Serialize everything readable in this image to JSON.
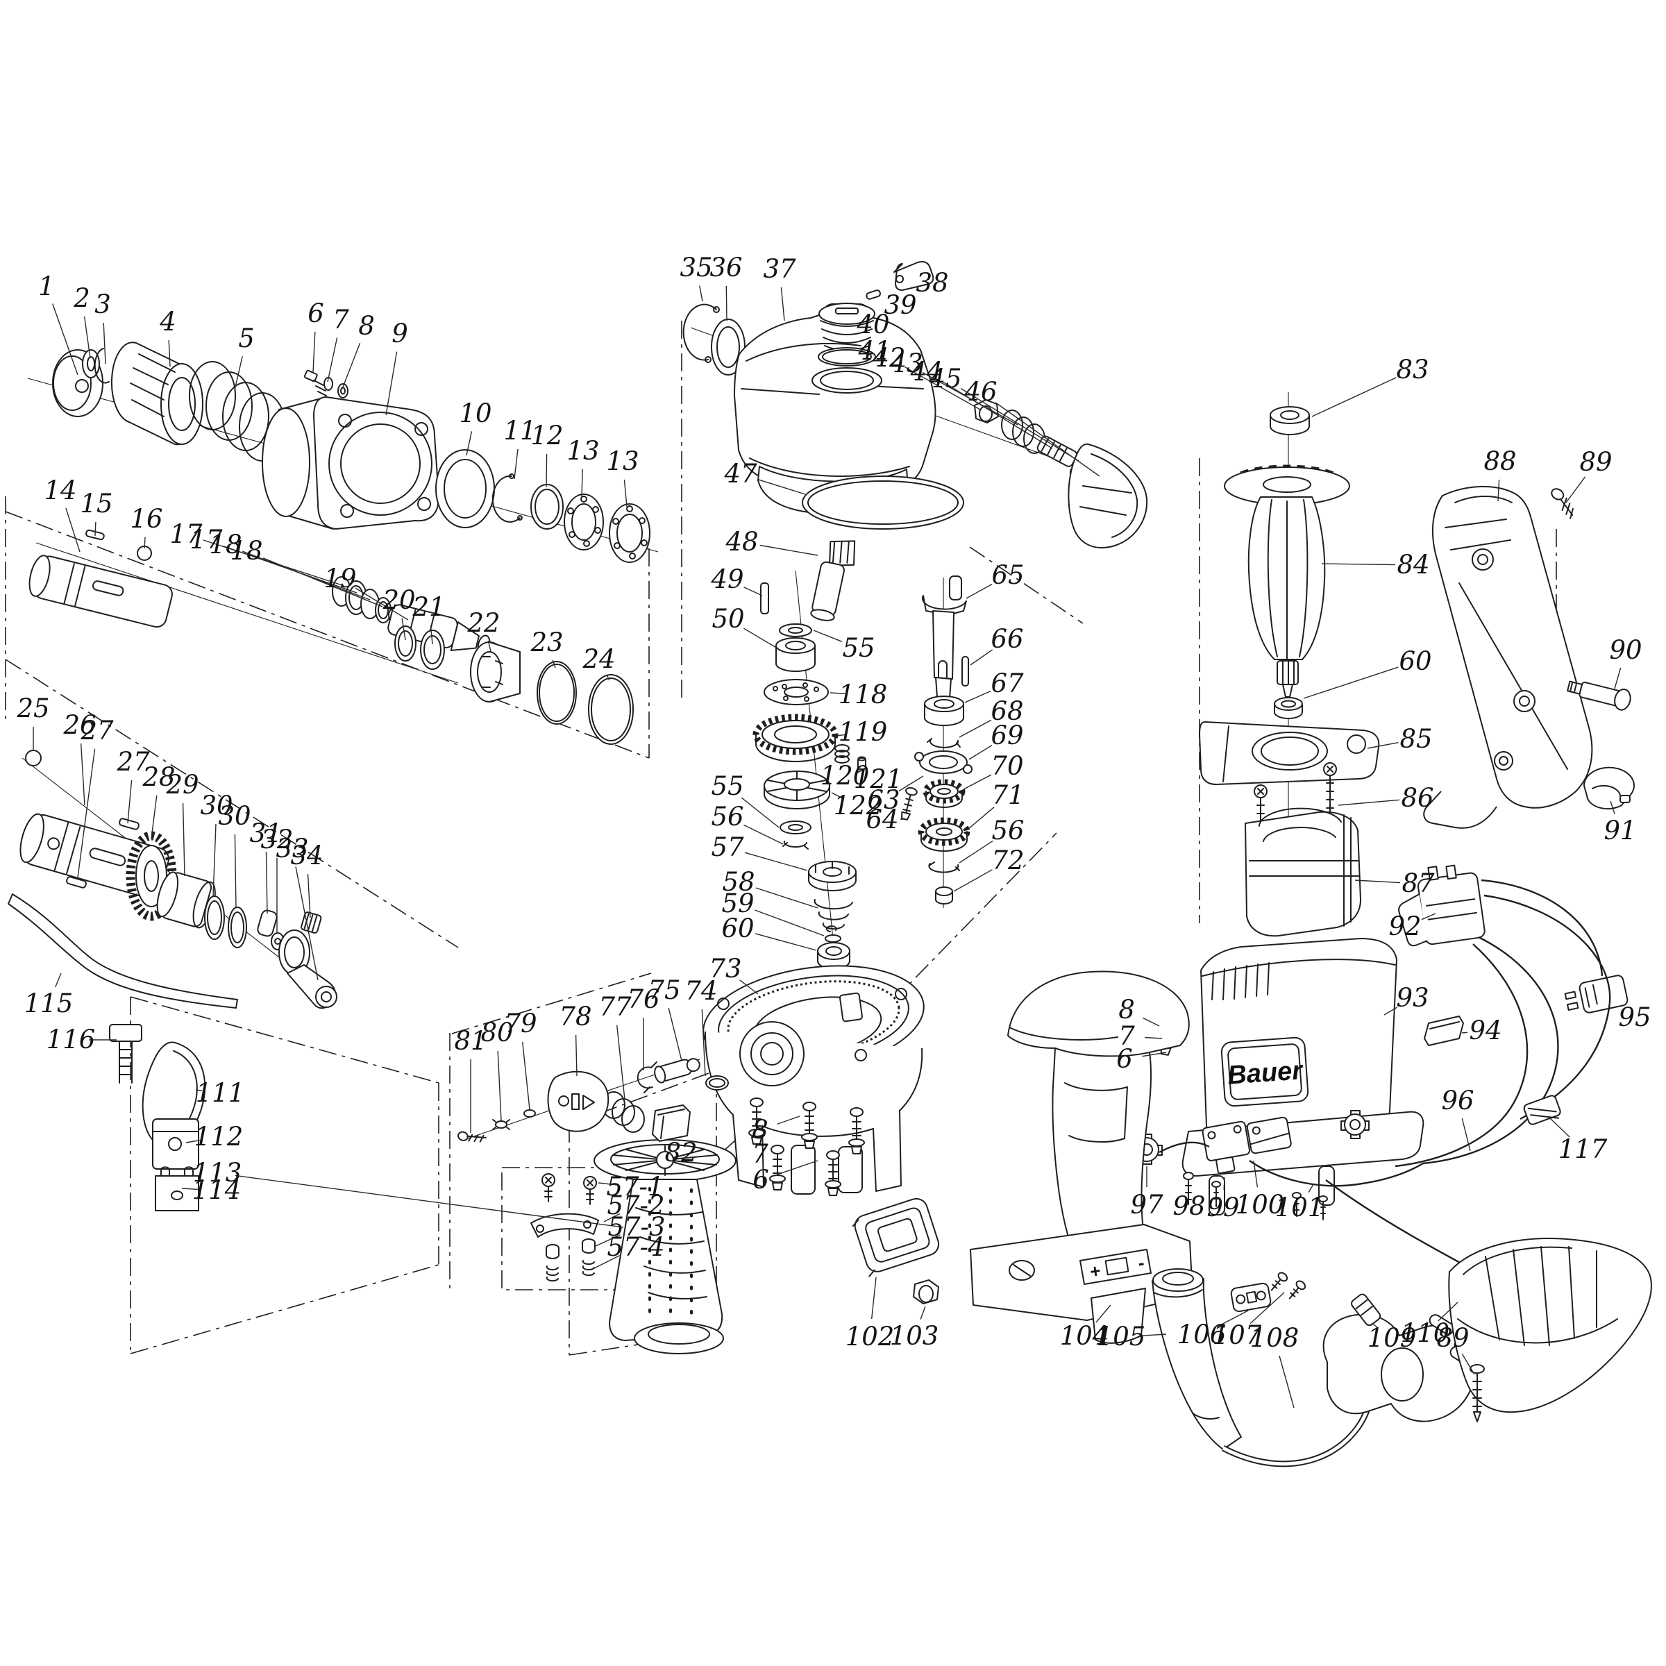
{
  "diagram": {
    "brand_label": "Bauer",
    "switch_plus": "+",
    "switch_minus": "-",
    "background_color": "#ffffff",
    "line_color": "#1f1f1f",
    "labels": [
      [
        "1",
        67,
        425,
        112,
        540
      ],
      [
        "2",
        118,
        442,
        130,
        516
      ],
      [
        "3",
        148,
        451,
        152,
        524
      ],
      [
        "4",
        242,
        476,
        245,
        528
      ],
      [
        "5",
        355,
        500,
        338,
        562
      ],
      [
        "6",
        455,
        464,
        451,
        536
      ],
      [
        "7",
        491,
        473,
        472,
        550
      ],
      [
        "8",
        528,
        482,
        493,
        560
      ],
      [
        "9",
        576,
        493,
        556,
        598
      ],
      [
        "10",
        685,
        608,
        672,
        656
      ],
      [
        "11",
        749,
        633,
        741,
        690
      ],
      [
        "12",
        788,
        640,
        787,
        702
      ],
      [
        "13",
        840,
        662,
        838,
        716
      ],
      [
        "13",
        897,
        677,
        903,
        730
      ],
      [
        "14",
        87,
        719,
        115,
        795
      ],
      [
        "15",
        139,
        738,
        137,
        772
      ],
      [
        "16",
        211,
        760,
        208,
        790
      ],
      [
        "17",
        268,
        782,
        493,
        843
      ],
      [
        "17",
        297,
        790,
        514,
        854
      ],
      [
        "18",
        325,
        797,
        533,
        864
      ],
      [
        "18",
        355,
        806,
        551,
        874
      ],
      [
        "19",
        490,
        846,
        588,
        893
      ],
      [
        "20",
        575,
        877,
        584,
        922
      ],
      [
        "21",
        618,
        887,
        623,
        928
      ],
      [
        "22",
        697,
        910,
        707,
        938
      ],
      [
        "23",
        788,
        938,
        800,
        962
      ],
      [
        "24",
        863,
        962,
        878,
        980
      ],
      [
        "25",
        48,
        1033,
        48,
        1080
      ],
      [
        "26",
        115,
        1057,
        122,
        1160
      ],
      [
        "27",
        140,
        1065,
        112,
        1264
      ],
      [
        "27",
        192,
        1110,
        184,
        1186
      ],
      [
        "28",
        229,
        1132,
        218,
        1208
      ],
      [
        "29",
        263,
        1143,
        266,
        1262
      ],
      [
        "30",
        312,
        1173,
        307,
        1292
      ],
      [
        "30",
        338,
        1188,
        340,
        1308
      ],
      [
        "31",
        383,
        1213,
        385,
        1316
      ],
      [
        "32",
        399,
        1222,
        399,
        1344
      ],
      [
        "33",
        421,
        1235,
        458,
        1412
      ],
      [
        "34",
        442,
        1245,
        447,
        1322
      ],
      [
        "115",
        70,
        1458,
        88,
        1402
      ],
      [
        "116",
        102,
        1510,
        168,
        1498
      ],
      [
        "111",
        317,
        1587,
        282,
        1570
      ],
      [
        "112",
        315,
        1650,
        268,
        1646
      ],
      [
        "113",
        313,
        1702,
        898,
        1768
      ],
      [
        "114",
        312,
        1727,
        262,
        1712
      ],
      [
        "35",
        1003,
        398,
        1012,
        434
      ],
      [
        "36",
        1046,
        398,
        1047,
        462
      ],
      [
        "37",
        1123,
        400,
        1130,
        462
      ],
      [
        "38",
        1343,
        420,
        1326,
        396
      ],
      [
        "39",
        1297,
        452,
        1270,
        428
      ],
      [
        "40",
        1258,
        480,
        1237,
        452
      ],
      [
        "41",
        1260,
        518,
        1232,
        506
      ],
      [
        "42",
        1281,
        528,
        1412,
        590
      ],
      [
        "43",
        1306,
        536,
        1466,
        612
      ],
      [
        "44",
        1335,
        548,
        1516,
        646
      ],
      [
        "45",
        1362,
        558,
        1554,
        664
      ],
      [
        "46",
        1413,
        577,
        1584,
        686
      ],
      [
        "47",
        1067,
        695,
        1160,
        712
      ],
      [
        "48",
        1069,
        793,
        1178,
        800
      ],
      [
        "49",
        1048,
        847,
        1098,
        858
      ],
      [
        "50",
        1049,
        904,
        1120,
        934
      ],
      [
        "55",
        1237,
        946,
        1172,
        908
      ],
      [
        "118",
        1243,
        1013,
        1196,
        998
      ],
      [
        "119",
        1243,
        1067,
        1205,
        1060
      ],
      [
        "120",
        1217,
        1130,
        1213,
        1098
      ],
      [
        "121",
        1265,
        1135,
        1246,
        1104
      ],
      [
        "122",
        1236,
        1173,
        1198,
        1142
      ],
      [
        "63",
        1273,
        1165,
        1330,
        1118
      ],
      [
        "64",
        1271,
        1193,
        1304,
        1180
      ],
      [
        "55",
        1048,
        1145,
        1122,
        1192
      ],
      [
        "56",
        1048,
        1189,
        1128,
        1216
      ],
      [
        "57",
        1048,
        1233,
        1163,
        1254
      ],
      [
        "58",
        1064,
        1283,
        1178,
        1308
      ],
      [
        "59",
        1063,
        1314,
        1187,
        1348
      ],
      [
        "60",
        1063,
        1350,
        1176,
        1369
      ],
      [
        "73",
        1045,
        1408,
        1092,
        1432
      ],
      [
        "74",
        1010,
        1440,
        1016,
        1550
      ],
      [
        "65",
        1452,
        841,
        1392,
        862
      ],
      [
        "66",
        1451,
        933,
        1398,
        958
      ],
      [
        "67",
        1451,
        997,
        1390,
        1012
      ],
      [
        "68",
        1451,
        1037,
        1382,
        1062
      ],
      [
        "69",
        1451,
        1072,
        1396,
        1094
      ],
      [
        "70",
        1451,
        1116,
        1388,
        1137
      ],
      [
        "71",
        1452,
        1158,
        1395,
        1194
      ],
      [
        "56",
        1452,
        1209,
        1382,
        1243
      ],
      [
        "72",
        1452,
        1252,
        1374,
        1284
      ],
      [
        "75",
        957,
        1439,
        982,
        1528
      ],
      [
        "76",
        927,
        1452,
        927,
        1542
      ],
      [
        "77",
        886,
        1463,
        900,
        1584
      ],
      [
        "78",
        829,
        1477,
        831,
        1550
      ],
      [
        "79",
        750,
        1487,
        763,
        1598
      ],
      [
        "80",
        716,
        1500,
        722,
        1614
      ],
      [
        "81",
        678,
        1512,
        678,
        1632
      ],
      [
        "82",
        981,
        1673,
        966,
        1638
      ],
      [
        "8",
        1095,
        1640,
        1152,
        1608
      ],
      [
        "7",
        1095,
        1675,
        1124,
        1660
      ],
      [
        "6",
        1096,
        1712,
        1178,
        1672
      ],
      [
        "57-1",
        915,
        1722,
        862,
        1704
      ],
      [
        "57-2",
        916,
        1749,
        870,
        1760
      ],
      [
        "57-3",
        917,
        1780,
        856,
        1796
      ],
      [
        "57-4",
        916,
        1809,
        854,
        1828
      ],
      [
        "102",
        1253,
        1938,
        1262,
        1840
      ],
      [
        "103",
        1317,
        1937,
        1333,
        1882
      ],
      [
        "104",
        1562,
        1937,
        1600,
        1880
      ],
      [
        "105",
        1615,
        1938,
        1680,
        1922
      ],
      [
        "106",
        1731,
        1935,
        1798,
        1888
      ],
      [
        "107",
        1782,
        1936,
        1850,
        1862
      ],
      [
        "108",
        1836,
        1940,
        1864,
        2028
      ],
      [
        "109",
        2005,
        1940,
        1976,
        1906
      ],
      [
        "110",
        2053,
        1933,
        2100,
        1876
      ],
      [
        "89",
        2093,
        1940,
        2124,
        1980
      ],
      [
        "97",
        1652,
        1748,
        1652,
        1680
      ],
      [
        "98",
        1713,
        1750,
        1712,
        1712
      ],
      [
        "99",
        1762,
        1752,
        1764,
        1696
      ],
      [
        "100",
        1815,
        1748,
        1806,
        1672
      ],
      [
        "101",
        1872,
        1752,
        1892,
        1706
      ],
      [
        "8",
        1623,
        1467,
        1670,
        1478
      ],
      [
        "7",
        1623,
        1505,
        1674,
        1496
      ],
      [
        "6",
        1620,
        1538,
        1680,
        1516
      ],
      [
        "83",
        2035,
        545,
        1890,
        600
      ],
      [
        "84",
        2036,
        826,
        1904,
        812
      ],
      [
        "60",
        2039,
        965,
        1878,
        1006
      ],
      [
        "85",
        2040,
        1077,
        1970,
        1078
      ],
      [
        "86",
        2042,
        1162,
        1928,
        1160
      ],
      [
        "87",
        2043,
        1285,
        1952,
        1268
      ],
      [
        "88",
        2161,
        677,
        2158,
        722
      ],
      [
        "89",
        2299,
        678,
        2256,
        724
      ],
      [
        "90",
        2342,
        949,
        2326,
        992
      ],
      [
        "91",
        2334,
        1209,
        2320,
        1154
      ],
      [
        "92",
        2024,
        1347,
        2068,
        1316
      ],
      [
        "93",
        2035,
        1450,
        1994,
        1462
      ],
      [
        "94",
        2140,
        1497,
        2106,
        1488
      ],
      [
        "95",
        2355,
        1478,
        2336,
        1450
      ],
      [
        "96",
        2100,
        1598,
        2118,
        1658
      ],
      [
        "117",
        2280,
        1668,
        2230,
        1608
      ]
    ]
  }
}
